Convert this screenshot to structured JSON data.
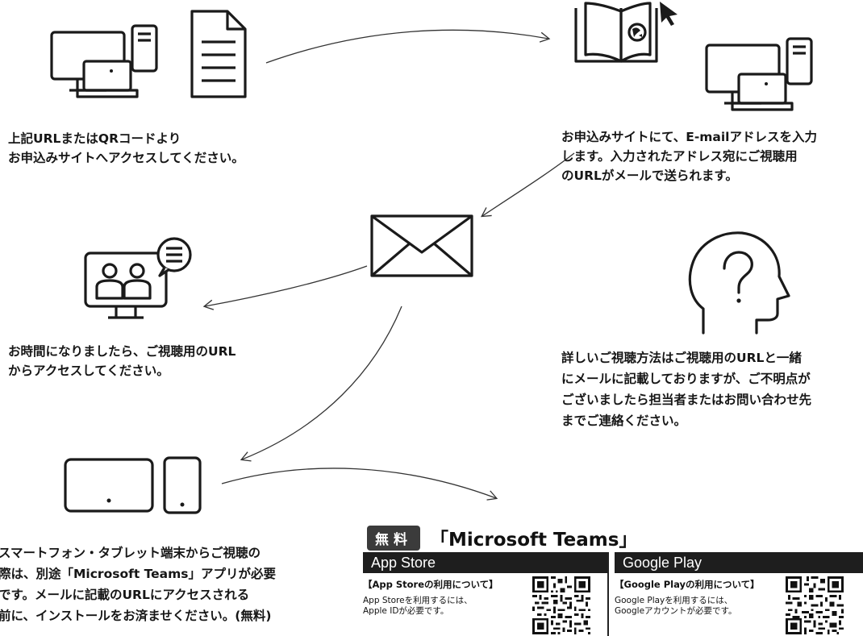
{
  "steps": {
    "step1": {
      "line1": "上記URLまたはQRコードより",
      "line2": "お申込みサイトへアクセスしてください。",
      "icons": [
        "devices-icon",
        "document-icon"
      ]
    },
    "step2": {
      "line1": "お申込みサイトにて、E-mailアドレスを入力",
      "line2": "します。入力されたアドレス宛にご視聴用",
      "line3": "のURLがメールで送られます。",
      "icons": [
        "web-book-icon",
        "devices-icon"
      ]
    },
    "step3": {
      "line1": "お時間になりましたら、ご視聴用のURL",
      "line2": "からアクセスしてください。",
      "icons": [
        "video-meeting-icon"
      ]
    },
    "note": {
      "line1": "詳しいご視聴方法はご視聴用のURLと一緒",
      "line2": "にメールに記載しておりますが、ご不明点が",
      "line3": "ございましたら担当者またはお問い合わせ先",
      "line4": "までご連絡ください。",
      "icons": [
        "question-head-icon"
      ]
    },
    "step4": {
      "line1": "スマートフォン・タブレット端末からご視聴の",
      "line2": "際は、別途「Microsoft Teams」アプリが必要",
      "line3": "です。メールに記載のURLにアクセスされる",
      "line4": "前に、インストールをお済ませください。(無料)",
      "icons": [
        "tablet-phone-icon"
      ]
    }
  },
  "mail_icon": "envelope-icon",
  "teams": {
    "badge": "無料",
    "title": "「Microsoft Teams」"
  },
  "stores": {
    "apple": {
      "header": "App Store",
      "sub": "【App Storeの利用について】",
      "desc1": "App Storeを利用するには、",
      "desc2": "Apple IDが必要です。"
    },
    "google": {
      "header": "Google Play",
      "sub": "【Google Playの利用について】",
      "desc1": "Google Playを利用するには、",
      "desc2": "Googleアカウントが必要です。"
    }
  },
  "colors": {
    "text": "#161616",
    "header_bg": "#1e1e1e",
    "badge_bg": "#3b3b3b"
  }
}
